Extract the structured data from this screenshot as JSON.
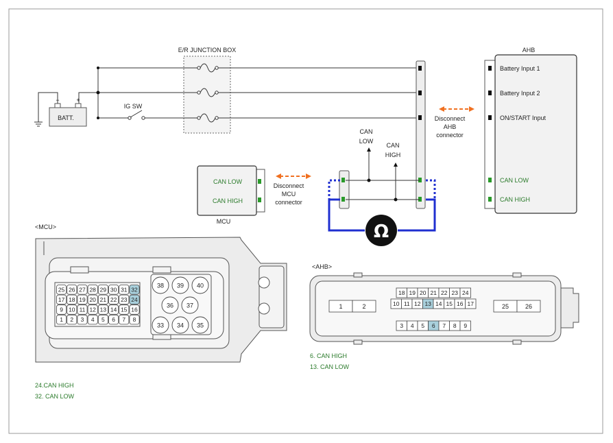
{
  "labels": {
    "junction_box": "E/R JUNCTION BOX",
    "batt": "BATT.",
    "ig_sw": "IG SW",
    "batt_minus": "−",
    "batt_plus": "+",
    "ahb_title": "AHB",
    "ahb_pins": [
      "Battery Input 1",
      "Battery Input 2",
      "ON/START Input",
      "CAN LOW",
      "CAN HIGH"
    ],
    "disconnect_ahb": [
      "Disconnect",
      "AHB",
      "connector"
    ],
    "disconnect_mcu": [
      "Disconnect",
      "MCU",
      "connector"
    ],
    "can_low_probe": [
      "CAN",
      "LOW"
    ],
    "can_high_probe": [
      "CAN",
      "HIGH"
    ],
    "mcu_box_low": "CAN LOW",
    "mcu_box_high": "CAN HIGH",
    "mcu_label": "MCU",
    "ohm": "Ω",
    "mcu_connector_title": "<MCU>",
    "ahb_connector_title": "<AHB>"
  },
  "mcu_connector": {
    "rows": [
      [
        "25",
        "26",
        "27",
        "28",
        "29",
        "30",
        "31",
        "32"
      ],
      [
        "17",
        "18",
        "19",
        "20",
        "21",
        "22",
        "23",
        "24"
      ],
      [
        "9",
        "10",
        "11",
        "12",
        "13",
        "14",
        "15",
        "16"
      ],
      [
        "1",
        "2",
        "3",
        "4",
        "5",
        "6",
        "7",
        "8"
      ]
    ],
    "big_pins": [
      "38",
      "39",
      "40",
      "36",
      "37",
      "33",
      "34",
      "35"
    ],
    "highlight": [
      "24",
      "32"
    ]
  },
  "ahb_connector": {
    "row_top": [
      "18",
      "19",
      "20",
      "21",
      "22",
      "23",
      "24"
    ],
    "row_mid": [
      "10",
      "11",
      "12",
      "13",
      "14",
      "15",
      "16",
      "17"
    ],
    "row_bot": [
      "3",
      "4",
      "5",
      "6",
      "7",
      "8",
      "9"
    ],
    "left_pins": [
      "1",
      "2"
    ],
    "right_pins": [
      "25",
      "26"
    ],
    "highlight": [
      "6",
      "13"
    ]
  },
  "notes": {
    "mcu": [
      "24.CAN HIGH",
      "32. CAN LOW"
    ],
    "ahb": [
      "6. CAN HIGH",
      "13. CAN LOW"
    ]
  },
  "colors": {
    "wire": "#333333",
    "meter_lead": "#1f2fd0",
    "arrow": "#f07020",
    "can_text": "#2a7a2a",
    "pin_highlight": "#a9d0dc",
    "connector_fill": "#ececec"
  }
}
